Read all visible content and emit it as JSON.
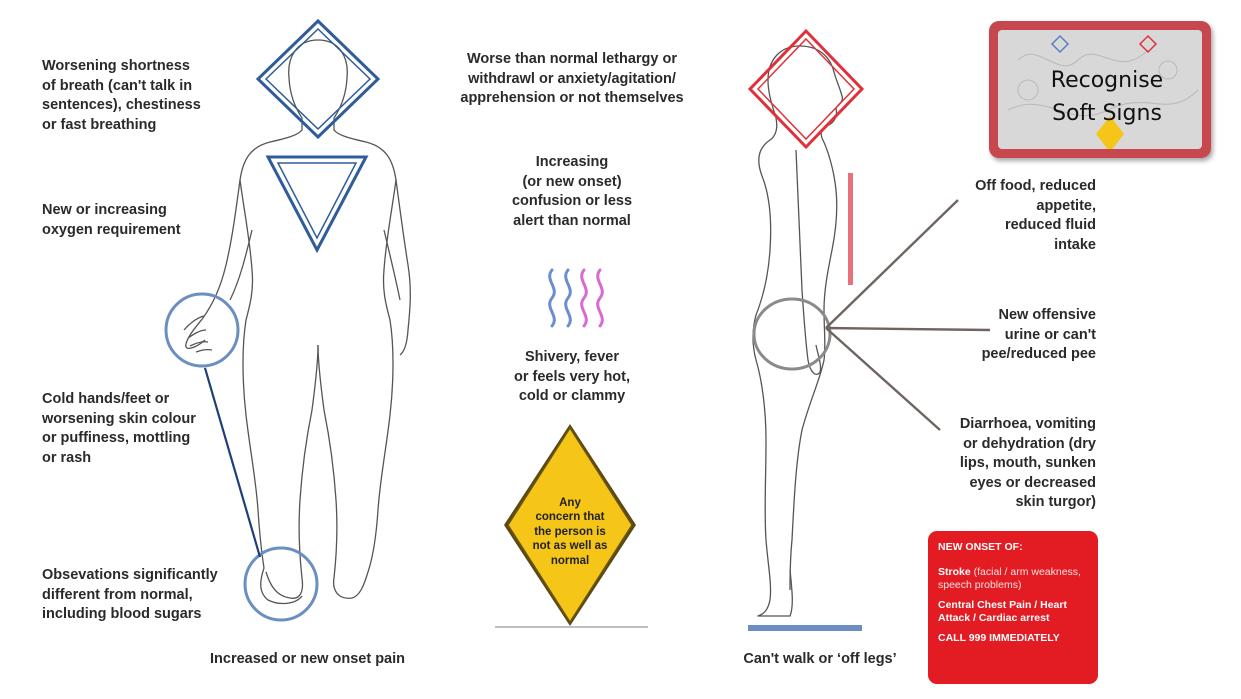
{
  "labels": {
    "breath": "Worsening shortness\nof breath (can't talk in\nsentences), chestiness\nor fast breathing",
    "oxygen": "New or increasing\noxygen requirement",
    "cold": "Cold hands/feet or\nworsening skin colour\nor puffiness, mottling\nor rash",
    "obs": "Obsevations significantly\ndifferent from normal,\nincluding blood sugars",
    "pain": "Increased or new onset pain",
    "lethargy": "Worse than normal lethargy or\nwithdrawl or anxiety/agitation/\napprehension or not themselves",
    "confusion": "Increasing\n(or new onset)\nconfusion or less\nalert than normal",
    "shivery": "Shivery, fever\nor feels very hot,\ncold or clammy",
    "concern": "Any\nconcern that\nthe person is\nnot as well as\nnormal",
    "food": "Off food, reduced\nappetite,\nreduced fluid\nintake",
    "urine": "New offensive\nurine or can't\npee/reduced pee",
    "diarrhoea": "Diarrhoea, vomiting\nor dehydration (dry\nlips, mouth, sunken\neyes or decreased\nskin turgor)",
    "walk": "Can't walk or ‘off legs’"
  },
  "badge": {
    "title": "Recognise\nSoft Signs"
  },
  "alert": {
    "heading": "NEW ONSET OF:",
    "stroke_bold": "Stroke",
    "stroke_detail": " (facial / arm weakness, speech problems)",
    "chest": "Central Chest Pain / Heart Attack / Cardiac arrest",
    "call": "CALL 999 IMMEDIATELY"
  },
  "colors": {
    "blue": "#2f5d9a",
    "light_blue": "#6b8fc0",
    "red": "#e0313a",
    "pink": "#e8707a",
    "yellow": "#f5c518",
    "alert_red": "#e31b23",
    "wave_blue": "#6a8ed0",
    "wave_pink": "#d86ad0"
  },
  "icons": [
    "diamond-icon",
    "triangle-icon",
    "circle-icon",
    "wavy-lines-icon",
    "warning-diamond-icon"
  ]
}
